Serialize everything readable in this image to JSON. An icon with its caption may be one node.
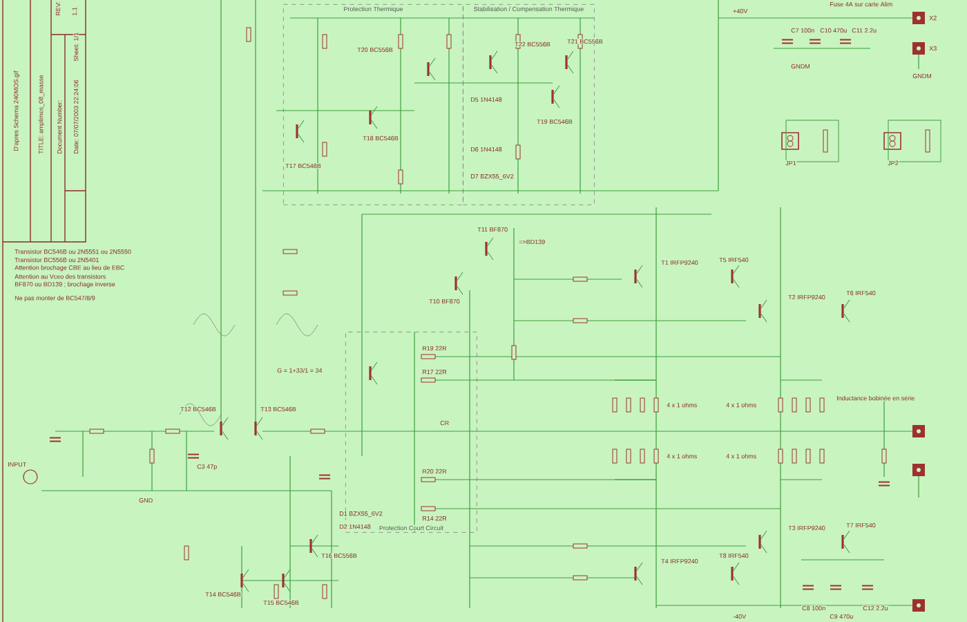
{
  "diagram": {
    "nodes": [
      {
        "text": [
          "Protection Thermique"
        ]
      },
      {
        "text": [
          "Stabilisation / Compensation Thermique"
        ]
      },
      {
        "text": [
          "Protection Court Circuit"
        ]
      }
    ],
    "labels": [
      "D'apres Schema 240MOS.gif",
      "TITLE: amplimos_08_masse",
      "Document Number:",
      "Date: 07/07/2003 22:24:06",
      "REV:",
      "1.1",
      "Sheet: 1/1",
      "Transistor BC546B ou 2N5551 ou 2N5550",
      "Transistor BC556B ou 2N5401",
      "Attention brochage CBE au lieu de EBC",
      "Attention au Vceo des transistors",
      "BF870 ou BD139 ; brochage inverse",
      "Ne pas monter de BC547/8/9",
      "+40V",
      "Fuse 4A sur carte Alim",
      "C7 100n",
      "C10 470u",
      "C11 2.2u",
      "X2",
      "X3",
      "GNDM",
      "GNDM",
      "JP1",
      "JP2",
      "T17 BC546B",
      "T18 BC546B",
      "T20 BC556B",
      "D5 1N4148",
      "T22 BC556B",
      "T21 BC556B",
      "T19 BC546B",
      "D6 1N4148",
      "D7 BZX55_6V2",
      "T11 BF870",
      "=>BD139",
      "T10 BF870",
      "T1 IRFP9240",
      "T5 IRF540",
      "T2 IRFP9240",
      "T6 IRF540",
      "R19 22R",
      "R17 22R",
      "4 x 1 ohms",
      "4 x 1 ohms",
      "Inductance bobinée en série",
      "CR",
      "4 x 1 ohms",
      "4 x 1 ohms",
      "R20 22R",
      "R14 22R",
      "G = 1+33/1 = 34",
      "T12 BC546B",
      "T13 BC546B",
      "INPUT",
      "C3 47p",
      "GND",
      "D1 BZX55_6V2",
      "D2 1N4148",
      "T16 BC556B",
      "T14 BC546B",
      "T15 BC546B",
      "T3 IRFP9240",
      "T7 IRF540",
      "T4 IRFP9240",
      "T8 IRF540",
      "C8 100n",
      "C9 470u",
      "C12 2.2u",
      "-40V"
    ]
  }
}
